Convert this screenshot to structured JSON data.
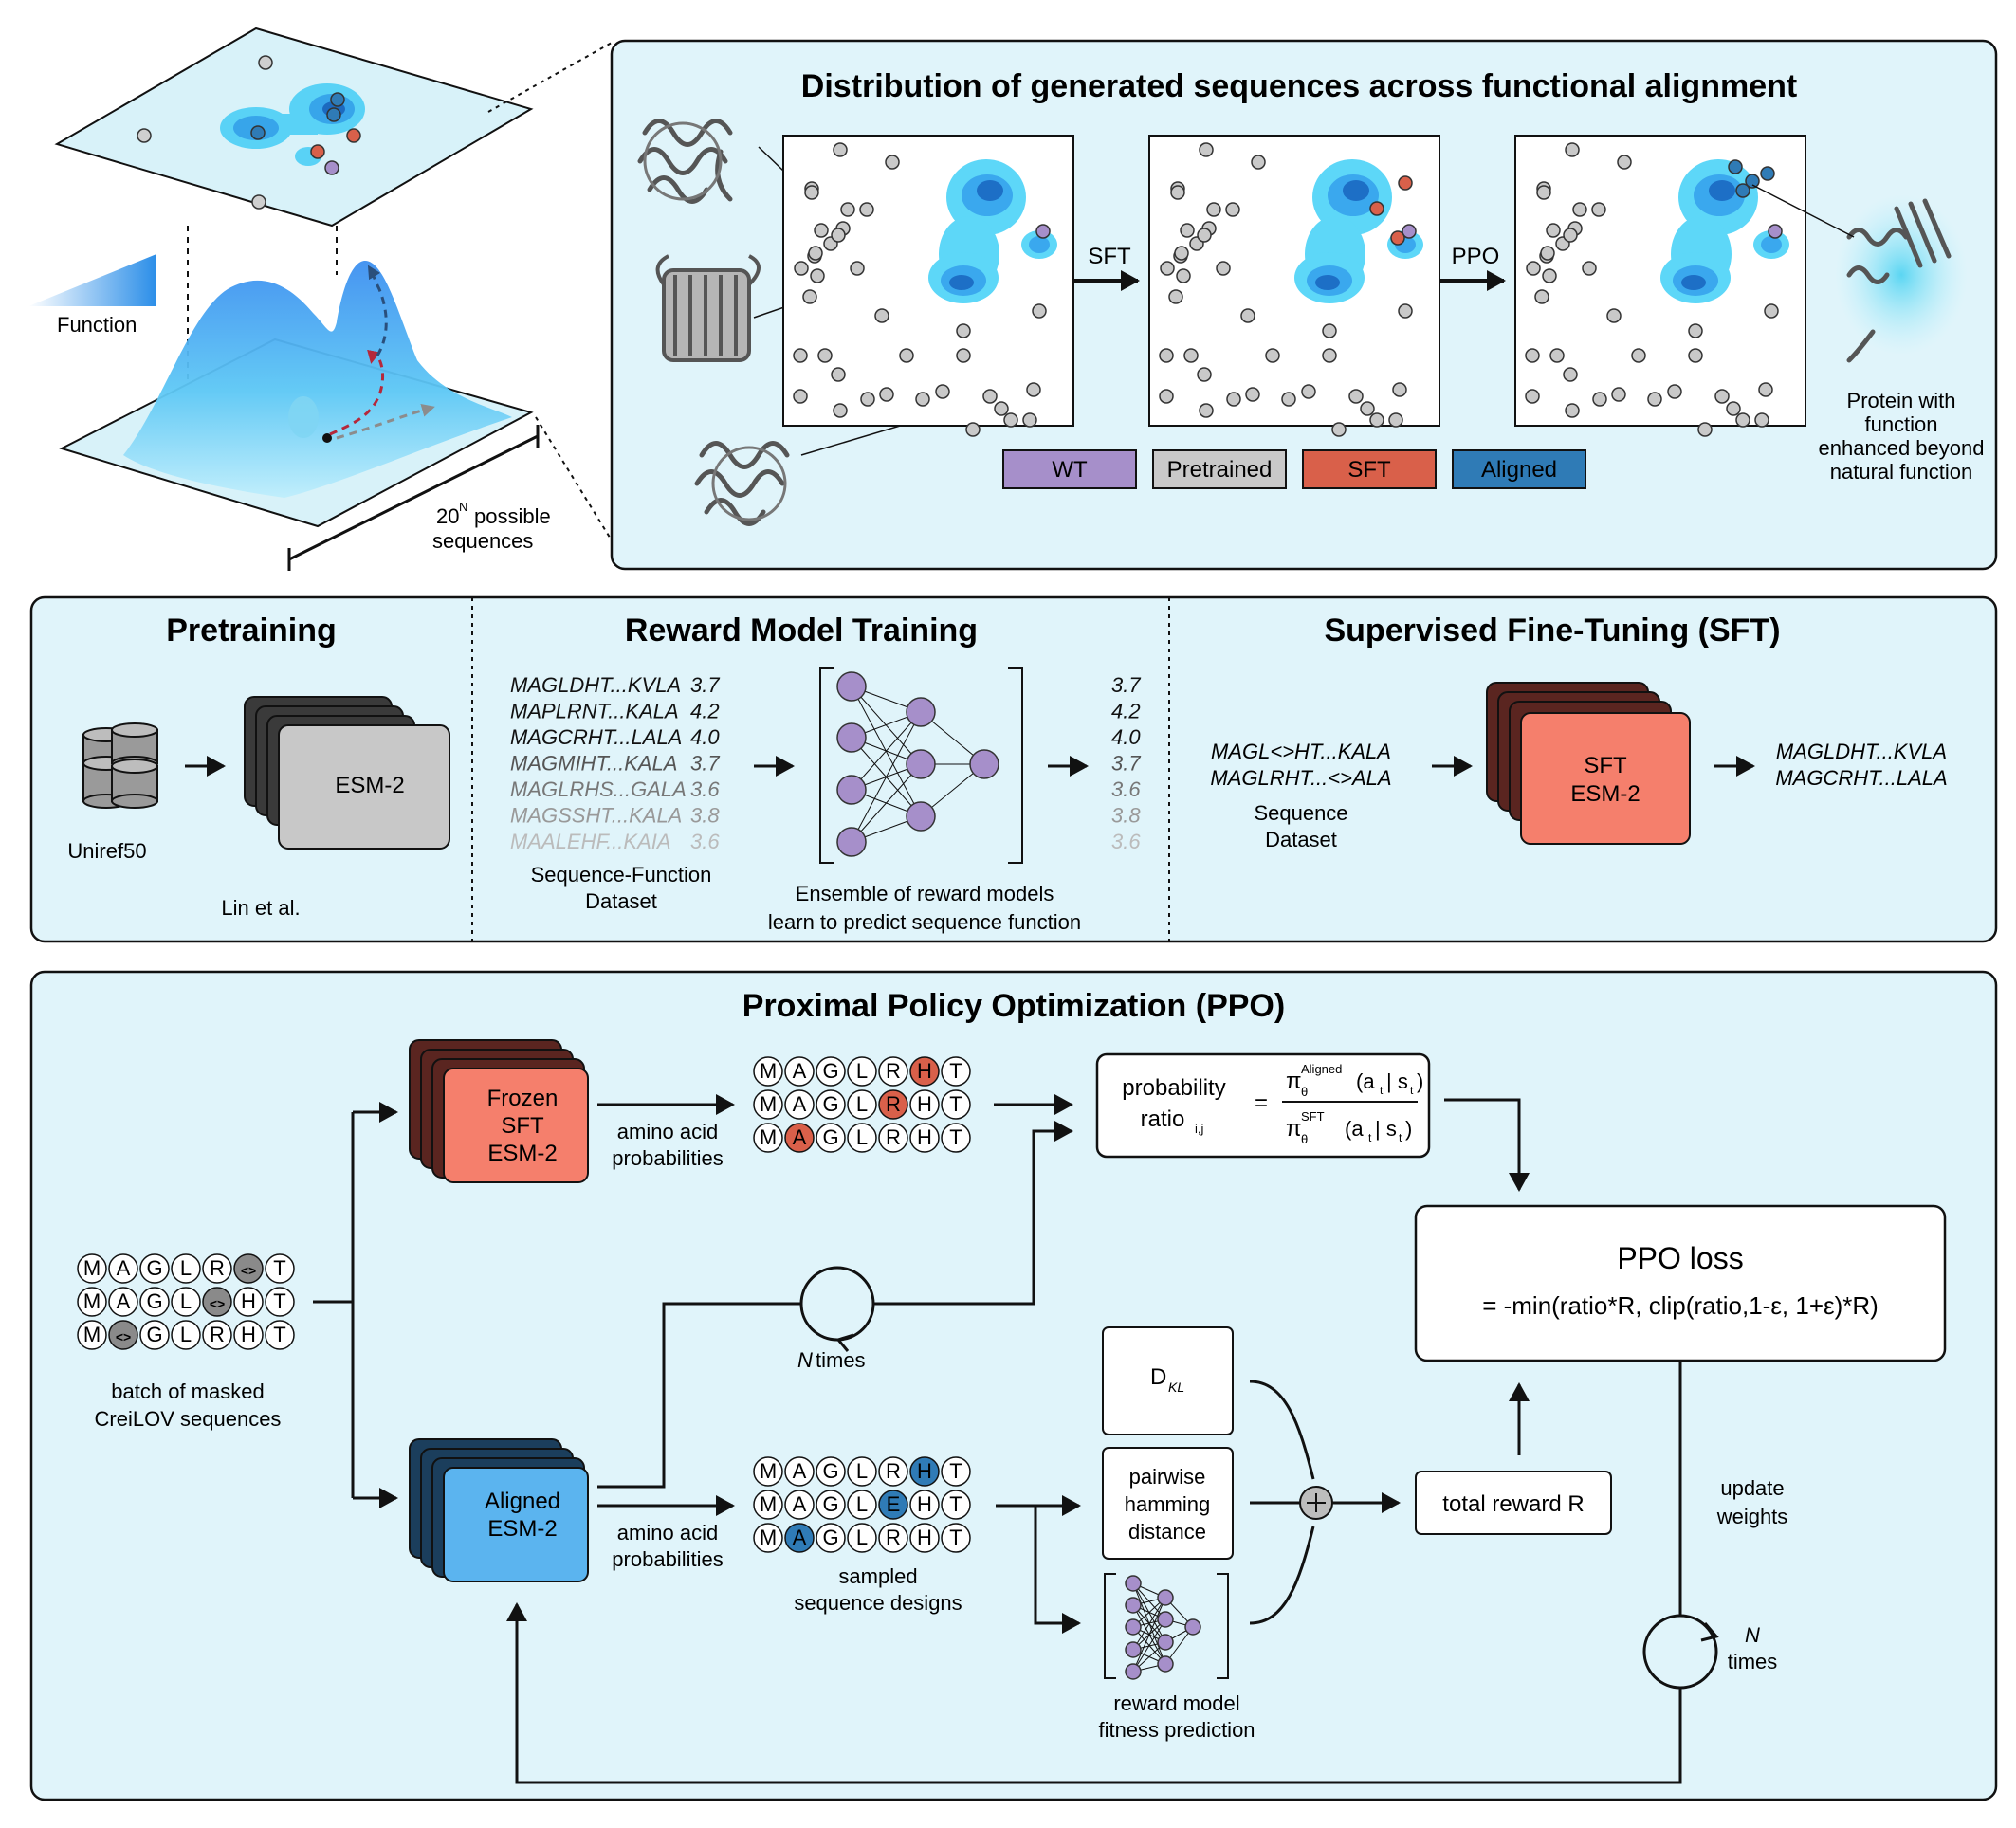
{
  "landscape": {
    "function_label": "Function",
    "axis_base": "20",
    "axis_exp": "N",
    "axis_label_1": "possible",
    "axis_label_2": "sequences"
  },
  "distribution": {
    "title": "Distribution of generated sequences across functional alignment",
    "step1": "SFT",
    "step2": "PPO",
    "legend": [
      {
        "label": "WT",
        "color": "#a68fca"
      },
      {
        "label": "Pretrained",
        "color": "#c9c9c9"
      },
      {
        "label": "SFT",
        "color": "#d9604a"
      },
      {
        "label": "Aligned",
        "color": "#2f7bb6"
      }
    ],
    "protein_caption": [
      "Protein with",
      "function",
      "enhanced beyond",
      "natural function"
    ]
  },
  "training": {
    "pretraining": {
      "title": "Pretraining",
      "dataset": "Uniref50",
      "model": "ESM-2",
      "citation": "Lin et al."
    },
    "reward": {
      "title": "Reward Model Training",
      "sequences": [
        {
          "seq": "MAGLDHT...KVLA",
          "val": "3.7"
        },
        {
          "seq": "MAPLRNT...KALA",
          "val": "4.2"
        },
        {
          "seq": "MAGCRHT...LALA",
          "val": "4.0"
        },
        {
          "seq": "MAGMIHT...KALA",
          "val": "3.7"
        },
        {
          "seq": "MAGLRHS...GALA",
          "val": "3.6"
        },
        {
          "seq": "MAGSSHT...KALA",
          "val": "3.8"
        },
        {
          "seq": "MAALEHF...KAIA",
          "val": "3.6"
        }
      ],
      "outputs": [
        "3.7",
        "4.2",
        "4.0",
        "3.7",
        "3.6",
        "3.8",
        "3.6"
      ],
      "dataset_label_1": "Sequence-Function",
      "dataset_label_2": "Dataset",
      "ensemble_label_1": "Ensemble of reward models",
      "ensemble_label_2": "learn to predict sequence function"
    },
    "sft": {
      "title": "Supervised Fine-Tuning (SFT)",
      "inputs": [
        "MAGL<>HT...KALA",
        "MAGLRHT...<>ALA"
      ],
      "dataset_label_1": "Sequence",
      "dataset_label_2": "Dataset",
      "model_1": "SFT",
      "model_2": "ESM-2",
      "outputs": [
        "MAGLDHT...KVLA",
        "MAGCRHT...LALA"
      ]
    }
  },
  "ppo": {
    "title": "Proximal Policy Optimization (PPO)",
    "masked_rows": [
      [
        "M",
        "A",
        "G",
        "L",
        "R",
        "<>",
        "T"
      ],
      [
        "M",
        "A",
        "G",
        "L",
        "<>",
        "H",
        "T"
      ],
      [
        "M",
        "<>",
        "G",
        "L",
        "R",
        "H",
        "T"
      ]
    ],
    "masked_label_1": "batch of masked",
    "masked_label_2": "CreiLOV sequences",
    "frozen_1": "Frozen",
    "frozen_2": "SFT",
    "frozen_3": "ESM-2",
    "aligned_1": "Aligned",
    "aligned_2": "ESM-2",
    "aa_prob_1": "amino acid",
    "aa_prob_2": "probabilities",
    "frozen_rows": [
      [
        "M",
        "A",
        "G",
        "L",
        "R",
        "H",
        "T"
      ],
      [
        "M",
        "A",
        "G",
        "L",
        "R",
        "H",
        "T"
      ],
      [
        "M",
        "A",
        "G",
        "L",
        "R",
        "H",
        "T"
      ]
    ],
    "aligned_rows": [
      [
        "M",
        "A",
        "G",
        "L",
        "R",
        "H",
        "T"
      ],
      [
        "M",
        "A",
        "G",
        "L",
        "E",
        "H",
        "T"
      ],
      [
        "M",
        "A",
        "G",
        "L",
        "R",
        "H",
        "T"
      ]
    ],
    "sampled_label_1": "sampled",
    "sampled_label_2": "sequence designs",
    "n_times_inner": "times",
    "n_symbol": "N",
    "ratio_label_1": "probability",
    "ratio_label_2": "ratio",
    "ratio_sub": "i,j",
    "ratio_eq": "=",
    "pi": "π",
    "theta": "θ",
    "sup_aligned": "Aligned",
    "sup_sft": "SFT",
    "cond_open": "(a",
    "cond_t": "t",
    "cond_bar": "| s",
    "cond_close": ")",
    "loss_title": "PPO loss",
    "loss_formula": "= -min(ratio*R, clip(ratio,1-ε, 1+ε)*R)",
    "dkl": "D",
    "dkl_sub": "KL",
    "hamming_1": "pairwise",
    "hamming_2": "hamming",
    "hamming_3": "distance",
    "rm_label_1": "reward model",
    "rm_label_2": "fitness prediction",
    "total_reward": "total reward R",
    "update_1": "update",
    "update_2": "weights",
    "n_times_outer": "times",
    "colors": {
      "sft": "#d9604a",
      "aligned": "#2f7bb6",
      "masked": "#8a8a8a"
    }
  }
}
